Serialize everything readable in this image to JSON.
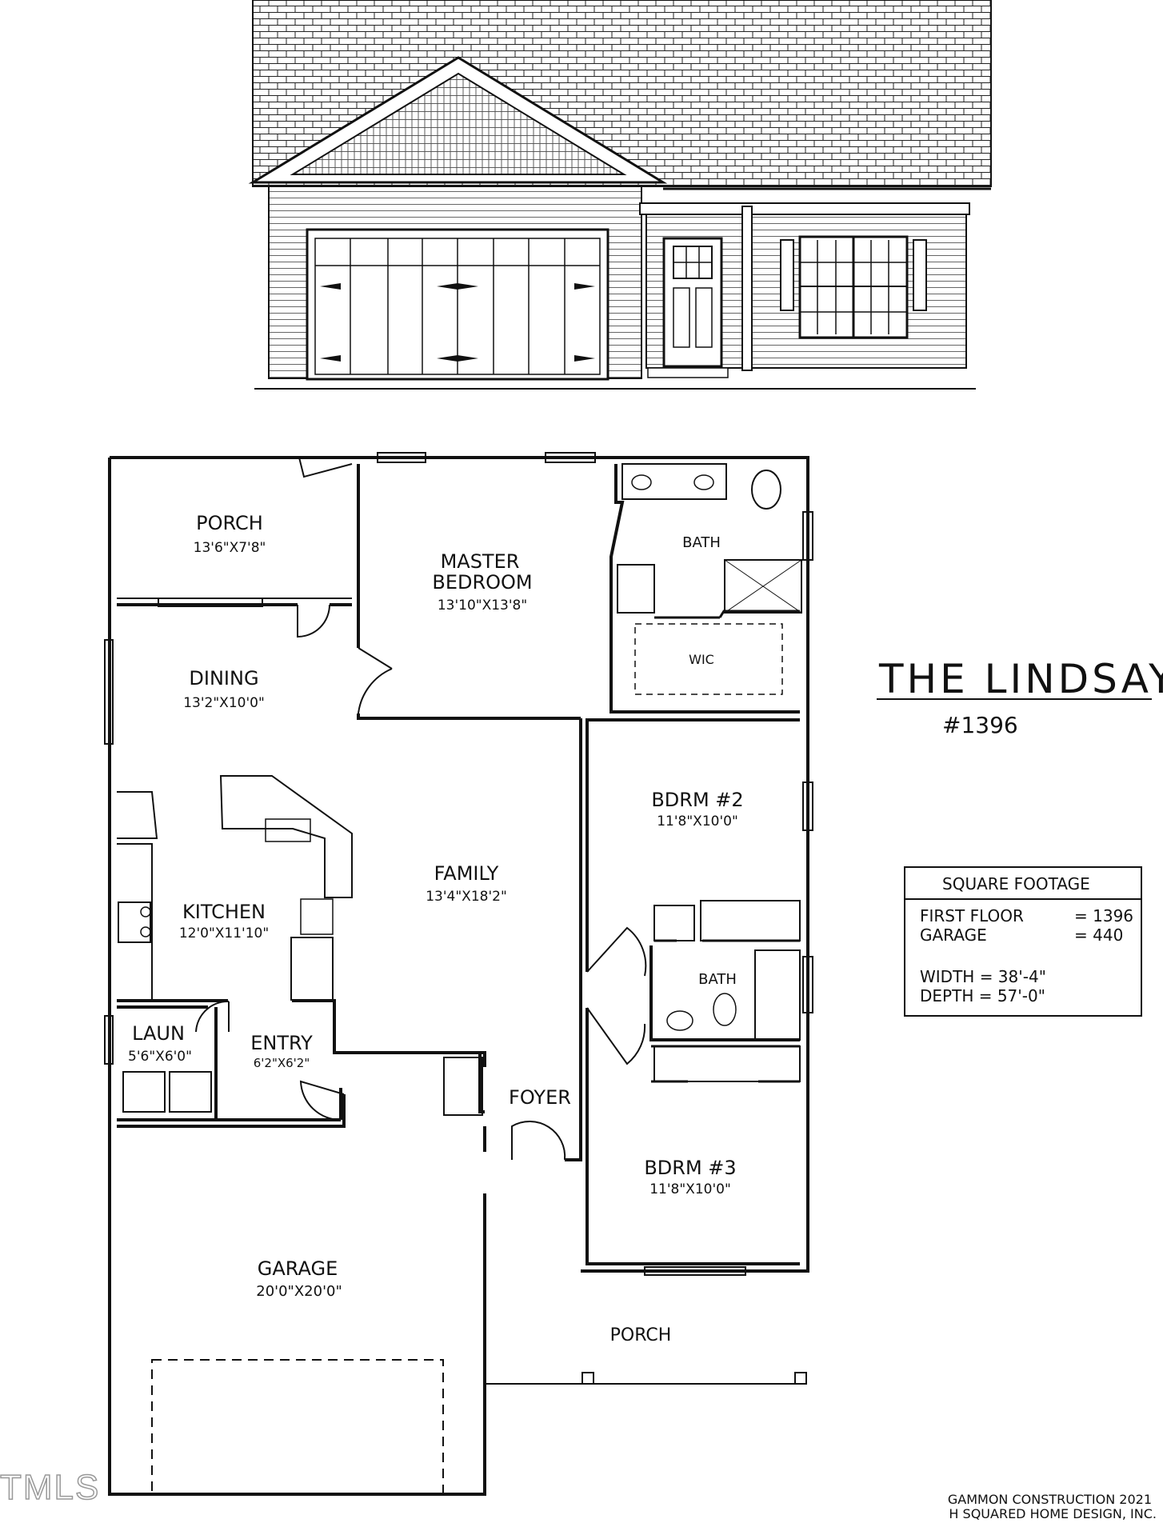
{
  "elevation": {
    "name": "front-elevation"
  },
  "rooms": {
    "porch_rear": {
      "name": "PORCH",
      "dim": "13'6\"X7'8\""
    },
    "master": {
      "name1": "MASTER",
      "name2": "BEDROOM",
      "dim": "13'10\"X13'8\""
    },
    "master_bath": {
      "name": "BATH"
    },
    "wic": {
      "name": "WIC"
    },
    "dining": {
      "name": "DINING",
      "dim": "13'2\"X10'0\""
    },
    "kitchen": {
      "name": "KITCHEN",
      "dim": "12'0\"X11'10\""
    },
    "family": {
      "name": "FAMILY",
      "dim": "13'4\"X18'2\""
    },
    "bdrm2": {
      "name": "BDRM #2",
      "dim": "11'8\"X10'0\""
    },
    "bath2": {
      "name": "BATH"
    },
    "laun": {
      "name": "LAUN",
      "dim": "5'6\"X6'0\""
    },
    "entry": {
      "name": "ENTRY",
      "dim": "6'2\"X6'2\""
    },
    "foyer": {
      "name": "FOYER"
    },
    "bdrm3": {
      "name": "BDRM #3",
      "dim": "11'8\"X10'0\""
    },
    "garage": {
      "name": "GARAGE",
      "dim": "20'0\"X20'0\""
    },
    "porch_front": {
      "name": "PORCH"
    }
  },
  "plan": {
    "title": "THE LINDSAY",
    "number": "#1396"
  },
  "sqft": {
    "header": "SQUARE FOOTAGE",
    "first_floor_label": "FIRST FLOOR",
    "first_floor_value": "= 1396",
    "garage_label": "GARAGE",
    "garage_value": "= 440",
    "width": "WIDTH  =  38'-4\"",
    "depth": "DEPTH  =  57'-0\""
  },
  "credits": {
    "line1": "GAMMON CONSTRUCTION 2021",
    "line2": "H SQUARED HOME DESIGN, INC."
  },
  "watermark": "TMLS"
}
